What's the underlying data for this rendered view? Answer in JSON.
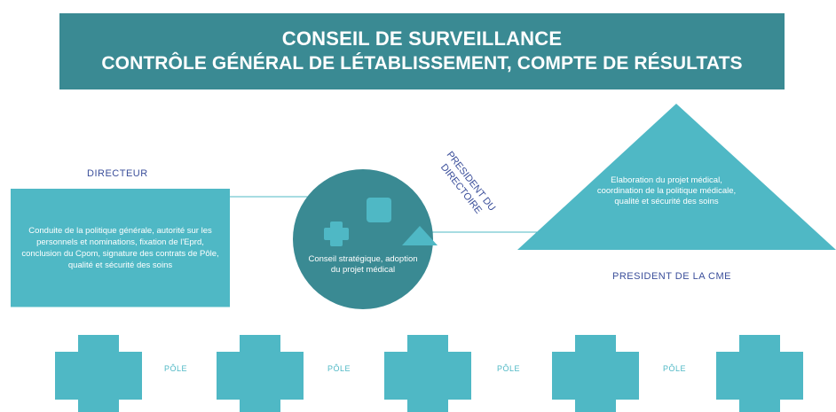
{
  "banner": {
    "line1": "CONSEIL DE SURVEILLANCE",
    "line2": "CONTRÔLE GÉNÉRAL DE LÉTABLISSEMENT, COMPTE DE RÉSULTATS",
    "color": "#3a8a93"
  },
  "directeur": {
    "label": "DIRECTEUR",
    "description": "Conduite de la politique générale, autorité sur les personnels et nominations, fixation de l'Eprd, conclusion du Cpom, signature des contrats de Pôle, qualité et sécurité des soins"
  },
  "president_directoire": {
    "label_line1": "PRESIDENT DU",
    "label_line2": "DIRECTOIRE",
    "description": "Conseil stratégique, adoption du projet médical"
  },
  "president_cme": {
    "label": "PRESIDENT DE LA CME",
    "description": "Elaboration du projet médical, coordination de la politique médicale, qualité et sécurité des soins"
  },
  "poles": [
    "PÔLE",
    "PÔLE",
    "PÔLE",
    "PÔLE"
  ],
  "colors": {
    "teal_dark": "#3a8a93",
    "teal_light": "#4fb8c5",
    "label_blue": "#3a4e9a"
  }
}
